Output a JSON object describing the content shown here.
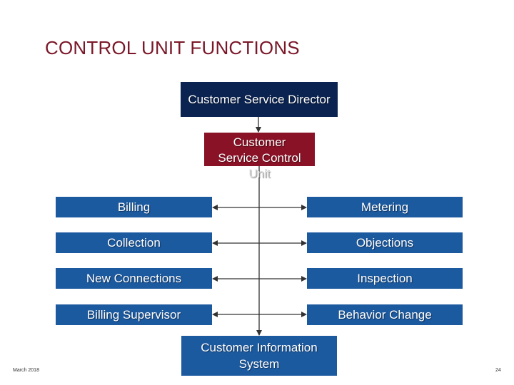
{
  "title": "CONTROL UNIT FUNCTIONS",
  "nodes": {
    "director": "Customer Service Director",
    "control_unit_line1": "Customer",
    "control_unit_line2": "Service Control",
    "control_unit_line3": "Unit",
    "left_functions": [
      "Billing",
      "Collection",
      "New Connections",
      "Billing Supervisor"
    ],
    "right_functions": [
      "Metering",
      "Objections",
      "Inspection",
      "Behavior Change"
    ],
    "cis_line1": "Customer Information",
    "cis_line2": "System"
  },
  "footer": {
    "date": "March 2018",
    "page_number": "24"
  },
  "colors": {
    "title": "#7a1728",
    "director_box": "#0b2350",
    "control_box": "#8a1226",
    "function_box": "#1c5aa0",
    "connector": "#333333"
  }
}
